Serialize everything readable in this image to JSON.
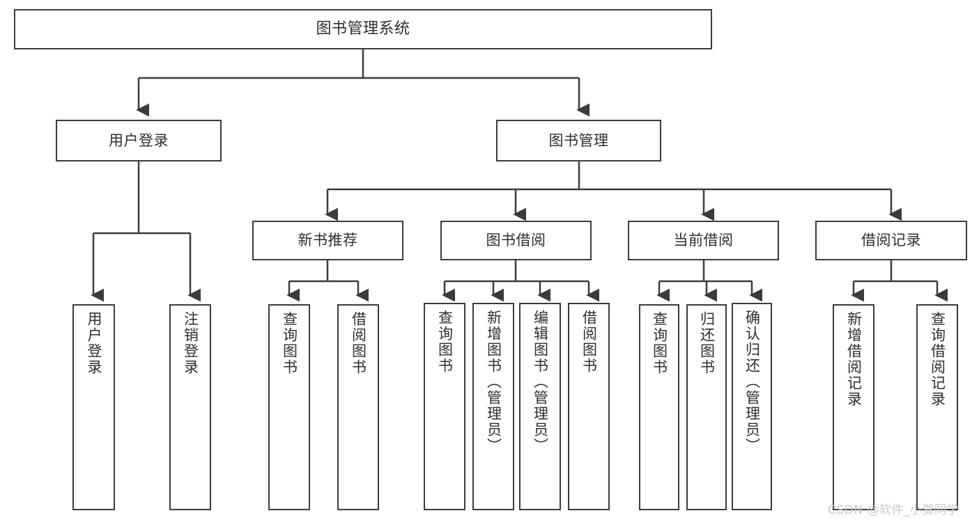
{
  "diagram": {
    "title": "图书管理系统",
    "type": "hierarchy-tree",
    "root": {
      "label": "图书管理系统"
    },
    "level1": [
      {
        "label": "用户登录"
      },
      {
        "label": "图书管理"
      }
    ],
    "level2": [
      {
        "label": "新书推荐"
      },
      {
        "label": "图书借阅"
      },
      {
        "label": "当前借阅"
      },
      {
        "label": "借阅记录"
      }
    ],
    "leaves": {
      "user_login": [
        {
          "label": "用户登录"
        },
        {
          "label": "注销登录"
        }
      ],
      "new_book_recommend": [
        {
          "label": "查询图书"
        },
        {
          "label": "借阅图书"
        }
      ],
      "book_borrow": [
        {
          "label": "查询图书"
        },
        {
          "label": "新增图书（管理员）"
        },
        {
          "label": "编辑图书（管理员）"
        },
        {
          "label": "借阅图书"
        }
      ],
      "current_borrow": [
        {
          "label": "查询图书"
        },
        {
          "label": "归还图书"
        },
        {
          "label": "确认归还（管理员）"
        }
      ],
      "borrow_record": [
        {
          "label": "新增借阅记录"
        },
        {
          "label": "查询借阅记录"
        }
      ]
    }
  },
  "watermark": {
    "text": "CSDN @软件_小贺同学"
  },
  "colors": {
    "border": "#3b3b3b",
    "text": "#2e2e2e",
    "background": "#ffffff",
    "watermark": "#c9c9c9"
  }
}
